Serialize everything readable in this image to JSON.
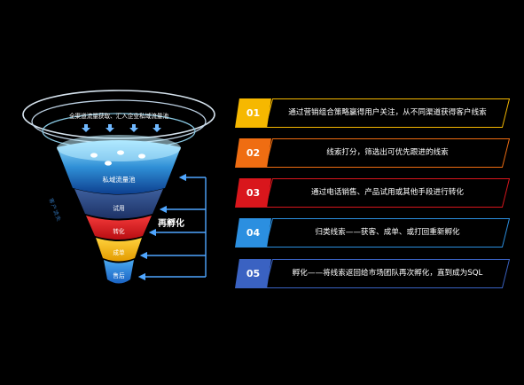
{
  "funnel": {
    "rim_label": "全渠道流量获取、汇入企业私域流量池",
    "pool_label": "私域流量池",
    "layers": [
      "试用",
      "转化",
      "成单",
      "售后"
    ],
    "side_label": "再孵化",
    "left_label": "客户流失"
  },
  "steps": [
    {
      "num": "01",
      "text": "通过营销组合策略赢得用户关注，从不同渠道获得客户线索",
      "color": "#f6b800"
    },
    {
      "num": "02",
      "text": "线索打分，筛选出可优先跟进的线索",
      "color": "#ef6d12"
    },
    {
      "num": "03",
      "text": "通过电话销售、产品试用或其他手段进行转化",
      "color": "#d9161c"
    },
    {
      "num": "04",
      "text": "归类线索——获客、成单、或打回重新孵化",
      "color": "#2b8fe0"
    },
    {
      "num": "05",
      "text": "孵化——将线索返回给市场团队再次孵化，直到成为SQL",
      "color": "#3a62c2"
    }
  ]
}
